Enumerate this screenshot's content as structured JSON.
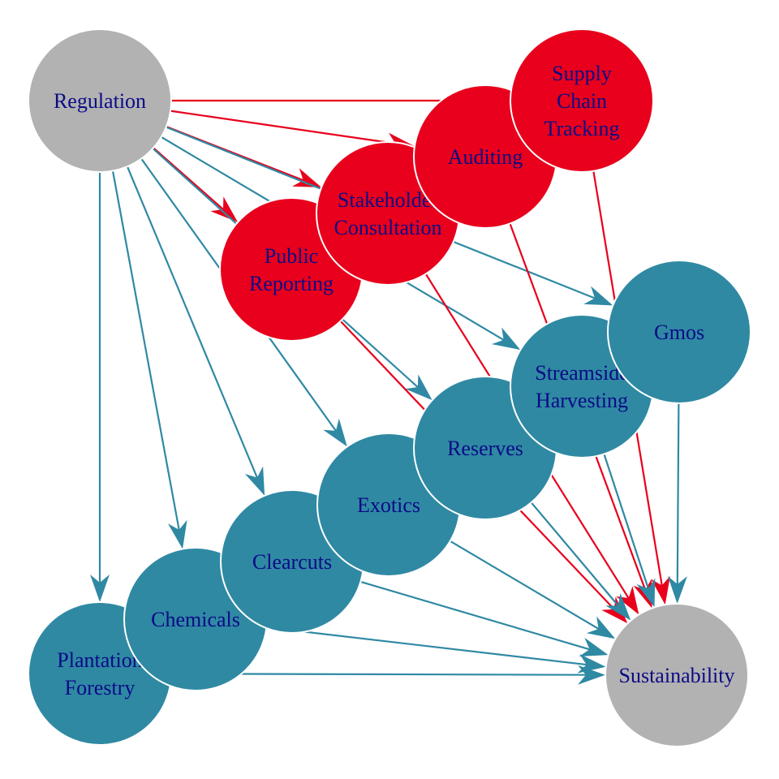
{
  "colors": {
    "background": "#ffffff",
    "gray_node": "#b2b2b2",
    "red_node": "#e8001c",
    "teal_node": "#2f89a3",
    "red_edge": "#e8001c",
    "teal_edge": "#2f89a3",
    "label_text": "#0b0b86",
    "node_border": "#ffffff"
  },
  "nodes": [
    {
      "id": "regulation",
      "group": "gray",
      "lines": [
        "Regulation"
      ]
    },
    {
      "id": "supply_chain_tracking",
      "group": "red",
      "lines": [
        "Supply",
        "Chain",
        "Tracking"
      ]
    },
    {
      "id": "auditing",
      "group": "red",
      "lines": [
        "Auditing"
      ]
    },
    {
      "id": "stakeholder_consultation",
      "group": "red",
      "lines": [
        "Stakeholder",
        "Consultation"
      ]
    },
    {
      "id": "public_reporting",
      "group": "red",
      "lines": [
        "Public",
        "Reporting"
      ]
    },
    {
      "id": "gmos",
      "group": "teal",
      "lines": [
        "Gmos"
      ]
    },
    {
      "id": "streamside_harvesting",
      "group": "teal",
      "lines": [
        "Streamside",
        "Harvesting"
      ]
    },
    {
      "id": "reserves",
      "group": "teal",
      "lines": [
        "Reserves"
      ]
    },
    {
      "id": "exotics",
      "group": "teal",
      "lines": [
        "Exotics"
      ]
    },
    {
      "id": "clearcuts",
      "group": "teal",
      "lines": [
        "Clearcuts"
      ]
    },
    {
      "id": "chemicals",
      "group": "teal",
      "lines": [
        "Chemicals"
      ]
    },
    {
      "id": "plantation_forestry",
      "group": "teal",
      "lines": [
        "Plantation",
        "Forestry"
      ]
    },
    {
      "id": "sustainability",
      "group": "gray",
      "lines": [
        "Sustainability"
      ]
    }
  ],
  "edges": [
    {
      "from": "regulation",
      "to": "supply_chain_tracking",
      "group": "red"
    },
    {
      "from": "regulation",
      "to": "auditing",
      "group": "red"
    },
    {
      "from": "regulation",
      "to": "stakeholder_consultation",
      "group": "red"
    },
    {
      "from": "regulation",
      "to": "public_reporting",
      "group": "red"
    },
    {
      "from": "regulation",
      "to": "gmos",
      "group": "teal"
    },
    {
      "from": "regulation",
      "to": "streamside_harvesting",
      "group": "teal"
    },
    {
      "from": "regulation",
      "to": "reserves",
      "group": "teal"
    },
    {
      "from": "regulation",
      "to": "exotics",
      "group": "teal"
    },
    {
      "from": "regulation",
      "to": "clearcuts",
      "group": "teal"
    },
    {
      "from": "regulation",
      "to": "chemicals",
      "group": "teal"
    },
    {
      "from": "regulation",
      "to": "plantation_forestry",
      "group": "teal"
    },
    {
      "from": "supply_chain_tracking",
      "to": "sustainability",
      "group": "red"
    },
    {
      "from": "auditing",
      "to": "sustainability",
      "group": "red"
    },
    {
      "from": "stakeholder_consultation",
      "to": "sustainability",
      "group": "red"
    },
    {
      "from": "public_reporting",
      "to": "sustainability",
      "group": "red"
    },
    {
      "from": "gmos",
      "to": "sustainability",
      "group": "teal"
    },
    {
      "from": "streamside_harvesting",
      "to": "sustainability",
      "group": "teal"
    },
    {
      "from": "reserves",
      "to": "sustainability",
      "group": "teal"
    },
    {
      "from": "exotics",
      "to": "sustainability",
      "group": "teal"
    },
    {
      "from": "clearcuts",
      "to": "sustainability",
      "group": "teal"
    },
    {
      "from": "chemicals",
      "to": "sustainability",
      "group": "teal"
    },
    {
      "from": "plantation_forestry",
      "to": "sustainability",
      "group": "teal"
    }
  ]
}
